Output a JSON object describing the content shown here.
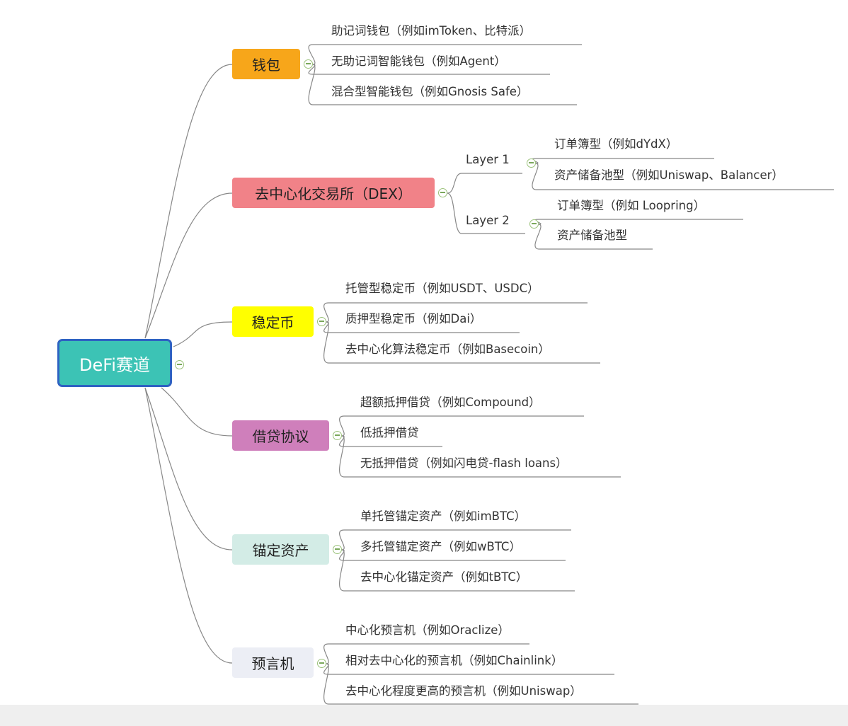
{
  "root": {
    "label": "DeFi赛道",
    "color": "#3cc3b5"
  },
  "branches": [
    {
      "label": "钱包",
      "color": "#f7a61a",
      "leaves": [
        "助记词钱包（例如imToken、比特派）",
        "无助记词智能钱包（例如Agent）",
        "混合型智能钱包（例如Gnosis Safe）"
      ]
    },
    {
      "label": "去中心化交易所（DEX）",
      "color": "#f18288",
      "subgroups": [
        {
          "label": "Layer 1",
          "leaves": [
            "订单簿型（例如dYdX）",
            "资产储备池型（例如Uniswap、Balancer）"
          ]
        },
        {
          "label": "Layer 2",
          "leaves": [
            "订单簿型（例如 Loopring）",
            "资产储备池型"
          ]
        }
      ]
    },
    {
      "label": "稳定币",
      "color": "#ffff00",
      "leaves": [
        "托管型稳定币（例如USDT、USDC）",
        "质押型稳定币（例如Dai）",
        "去中心化算法稳定币（例如Basecoin）"
      ]
    },
    {
      "label": "借贷协议",
      "color": "#cf7fbb",
      "leaves": [
        "超额抵押借贷（例如Compound）",
        "低抵押借贷",
        "无抵押借贷（例如闪电贷-flash loans）"
      ]
    },
    {
      "label": "锚定资产",
      "color": "#d3ece6",
      "leaves": [
        "单托管锚定资产（例如imBTC）",
        "多托管锚定资产（例如wBTC）",
        "去中心化锚定资产（例如tBTC）"
      ]
    },
    {
      "label": "预言机",
      "color": "#eceef5",
      "leaves": [
        "中心化预言机（例如Oraclize）",
        "相对去中心化的预言机（例如Chainlink）",
        "去中心化程度更高的预言机（例如Uniswap）"
      ]
    }
  ]
}
